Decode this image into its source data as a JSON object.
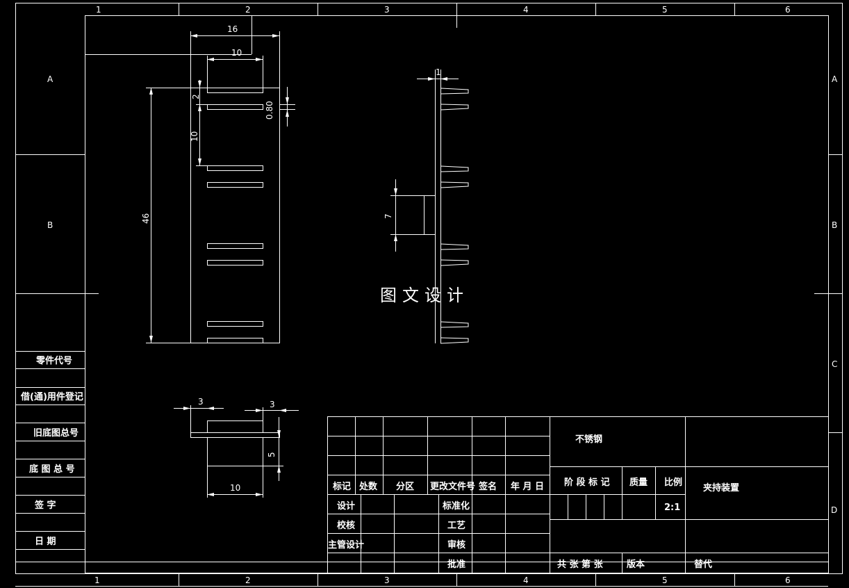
{
  "frame": {
    "col_numbers_top": [
      "1",
      "2",
      "3",
      "4",
      "5",
      "6"
    ],
    "col_numbers_bottom": [
      "1",
      "2",
      "3",
      "4",
      "5",
      "6"
    ],
    "row_letters_left": [
      "A",
      "B"
    ],
    "row_letters_right": [
      "A",
      "B",
      "C",
      "D"
    ]
  },
  "left_panel": {
    "part_code": "零件代号",
    "borrowed_record": "借(通)用件登记",
    "old_base_no": "旧底图总号",
    "base_no": "底 图 总 号",
    "signature": "签    字",
    "date": "日    期"
  },
  "dimensions": {
    "front_width_16": "16",
    "front_width_10": "10",
    "front_gap_2": "2",
    "front_pitch_10": "10",
    "front_height_46": "46",
    "slot_thickness": "0.80",
    "side_thickness_1": "1",
    "side_height_7": "7",
    "bottom_left_3": "3",
    "bottom_right_3": "3",
    "bottom_height_5": "5",
    "bottom_width_10": "10"
  },
  "watermark": "图文设计",
  "title_block": {
    "headers": [
      "标记",
      "处数",
      "分区",
      "更改文件号",
      "签名",
      "年 月 日"
    ],
    "left_rows": [
      "设计",
      "校核",
      "主管设计"
    ],
    "mid_rows": [
      "标准化",
      "工艺",
      "审核",
      "批准"
    ],
    "material": "不锈钢",
    "stage_mark": "阶 段 标 记",
    "mass": "质量",
    "scale_label": "比例",
    "scale_value": "2:1",
    "part_name": "夹持装置",
    "sheets": "共   张   第   张",
    "version": "版本",
    "replace": "替代"
  }
}
